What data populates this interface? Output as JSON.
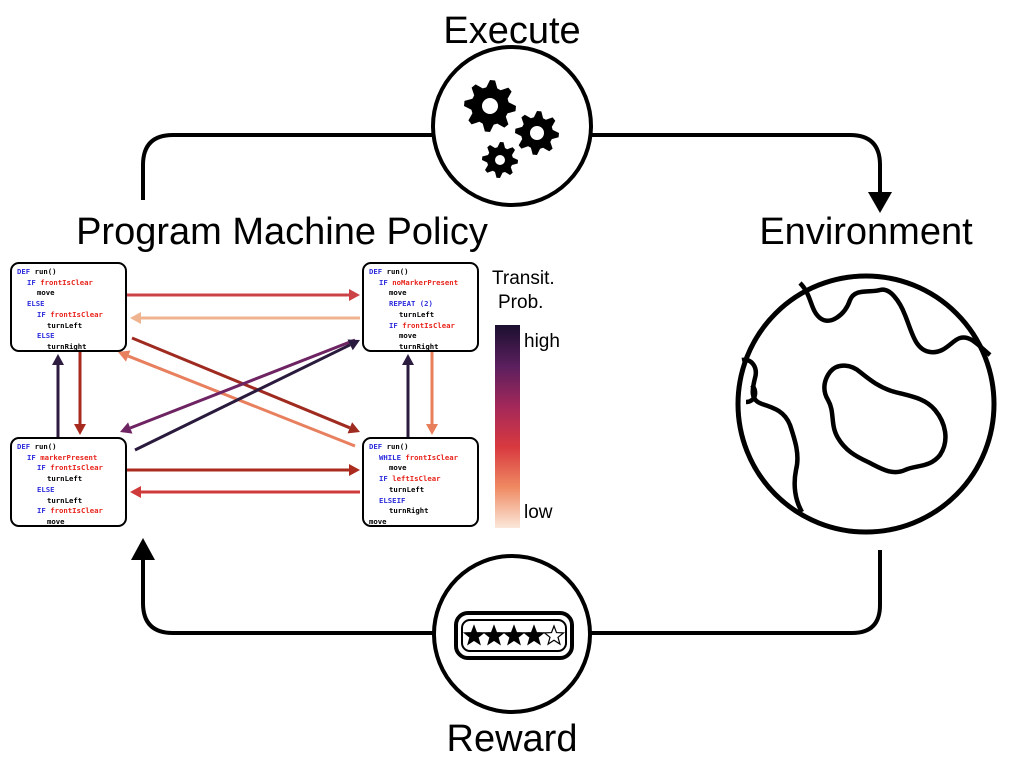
{
  "titles": {
    "execute": "Execute",
    "policy": "Program Machine Policy",
    "environment": "Environment",
    "reward": "Reward"
  },
  "colorbar": {
    "title_line1": "Transit.",
    "title_line2": "Prob.",
    "high": "high",
    "low": "low",
    "colors": [
      "#1b0f2e",
      "#5a1f5e",
      "#a3285a",
      "#d8393f",
      "#ef8a62",
      "#fbe8da"
    ]
  },
  "programs": {
    "A": [
      {
        "indent": 0,
        "parts": [
          {
            "t": "DEF ",
            "c": "kw"
          },
          {
            "t": "run()",
            "c": "plain"
          }
        ]
      },
      {
        "indent": 1,
        "parts": [
          {
            "t": "IF ",
            "c": "kw"
          },
          {
            "t": "frontIsClear",
            "c": "cond"
          }
        ]
      },
      {
        "indent": 2,
        "parts": [
          {
            "t": "move",
            "c": "plain"
          }
        ]
      },
      {
        "indent": 1,
        "parts": [
          {
            "t": "ELSE",
            "c": "kw"
          }
        ]
      },
      {
        "indent": 2,
        "parts": [
          {
            "t": "IF ",
            "c": "kw"
          },
          {
            "t": "frontIsClear",
            "c": "cond"
          }
        ]
      },
      {
        "indent": 3,
        "parts": [
          {
            "t": "turnLeft",
            "c": "plain"
          }
        ]
      },
      {
        "indent": 2,
        "parts": [
          {
            "t": "ELSE",
            "c": "kw"
          }
        ]
      },
      {
        "indent": 3,
        "parts": [
          {
            "t": "turnRight",
            "c": "plain"
          }
        ]
      }
    ],
    "B": [
      {
        "indent": 0,
        "parts": [
          {
            "t": "DEF ",
            "c": "kw"
          },
          {
            "t": "run()",
            "c": "plain"
          }
        ]
      },
      {
        "indent": 1,
        "parts": [
          {
            "t": "IF ",
            "c": "kw"
          },
          {
            "t": "noMarkerPresent",
            "c": "cond"
          }
        ]
      },
      {
        "indent": 2,
        "parts": [
          {
            "t": "move",
            "c": "plain"
          }
        ]
      },
      {
        "indent": 2,
        "parts": [
          {
            "t": "REPEAT (2)",
            "c": "kw"
          }
        ]
      },
      {
        "indent": 3,
        "parts": [
          {
            "t": "turnLeft",
            "c": "plain"
          }
        ]
      },
      {
        "indent": 2,
        "parts": [
          {
            "t": "IF ",
            "c": "kw"
          },
          {
            "t": "frontIsClear",
            "c": "cond"
          }
        ]
      },
      {
        "indent": 3,
        "parts": [
          {
            "t": "move",
            "c": "plain"
          }
        ]
      },
      {
        "indent": 3,
        "parts": [
          {
            "t": "turnRight",
            "c": "plain"
          }
        ]
      }
    ],
    "C": [
      {
        "indent": 0,
        "parts": [
          {
            "t": "DEF ",
            "c": "kw"
          },
          {
            "t": "run()",
            "c": "plain"
          }
        ]
      },
      {
        "indent": 1,
        "parts": [
          {
            "t": "IF ",
            "c": "kw"
          },
          {
            "t": "markerPresent",
            "c": "cond"
          }
        ]
      },
      {
        "indent": 2,
        "parts": [
          {
            "t": "IF ",
            "c": "kw"
          },
          {
            "t": "frontIsClear",
            "c": "cond"
          }
        ]
      },
      {
        "indent": 3,
        "parts": [
          {
            "t": "turnLeft",
            "c": "plain"
          }
        ]
      },
      {
        "indent": 2,
        "parts": [
          {
            "t": "ELSE",
            "c": "kw"
          }
        ]
      },
      {
        "indent": 3,
        "parts": [
          {
            "t": "turnLeft",
            "c": "plain"
          }
        ]
      },
      {
        "indent": 2,
        "parts": [
          {
            "t": "IF ",
            "c": "kw"
          },
          {
            "t": "frontIsClear",
            "c": "cond"
          }
        ]
      },
      {
        "indent": 3,
        "parts": [
          {
            "t": "move",
            "c": "plain"
          }
        ]
      }
    ],
    "D": [
      {
        "indent": 0,
        "parts": [
          {
            "t": "DEF ",
            "c": "kw"
          },
          {
            "t": "run()",
            "c": "plain"
          }
        ]
      },
      {
        "indent": 1,
        "parts": [
          {
            "t": "WHILE ",
            "c": "kw"
          },
          {
            "t": "frontIsClear",
            "c": "cond"
          }
        ]
      },
      {
        "indent": 2,
        "parts": [
          {
            "t": "move",
            "c": "plain"
          }
        ]
      },
      {
        "indent": 1,
        "parts": [
          {
            "t": "IF ",
            "c": "kw"
          },
          {
            "t": "leftIsClear",
            "c": "cond"
          }
        ]
      },
      {
        "indent": 2,
        "parts": [
          {
            "t": "turnLeft",
            "c": "plain"
          }
        ]
      },
      {
        "indent": 1,
        "parts": [
          {
            "t": "ELSEIF",
            "c": "kw"
          }
        ]
      },
      {
        "indent": 2,
        "parts": [
          {
            "t": "turnRight",
            "c": "plain"
          }
        ]
      },
      {
        "indent": 0,
        "parts": [
          {
            "t": "move",
            "c": "plain"
          }
        ]
      }
    ]
  },
  "transitions": [
    {
      "from": "A",
      "to": "B",
      "color": "#cc4347"
    },
    {
      "from": "B",
      "to": "A",
      "color": "#efb38f"
    },
    {
      "from": "A",
      "to": "C",
      "color": "#a8291e"
    },
    {
      "from": "C",
      "to": "A",
      "color": "#2e1b40"
    },
    {
      "from": "A",
      "to": "D",
      "color": "#9f2a1f"
    },
    {
      "from": "D",
      "to": "A",
      "color": "#e8805f"
    },
    {
      "from": "B",
      "to": "C",
      "color": "#6e2363"
    },
    {
      "from": "C",
      "to": "B",
      "color": "#2a1a3d"
    },
    {
      "from": "C",
      "to": "D",
      "color": "#ab2b1f"
    },
    {
      "from": "D",
      "to": "C",
      "color": "#cf3a3a"
    },
    {
      "from": "D",
      "to": "B",
      "color": "#2b1c3f"
    },
    {
      "from": "B",
      "to": "D",
      "color": "#e87e5a"
    }
  ],
  "reward": {
    "rating": 4,
    "max": 5
  }
}
